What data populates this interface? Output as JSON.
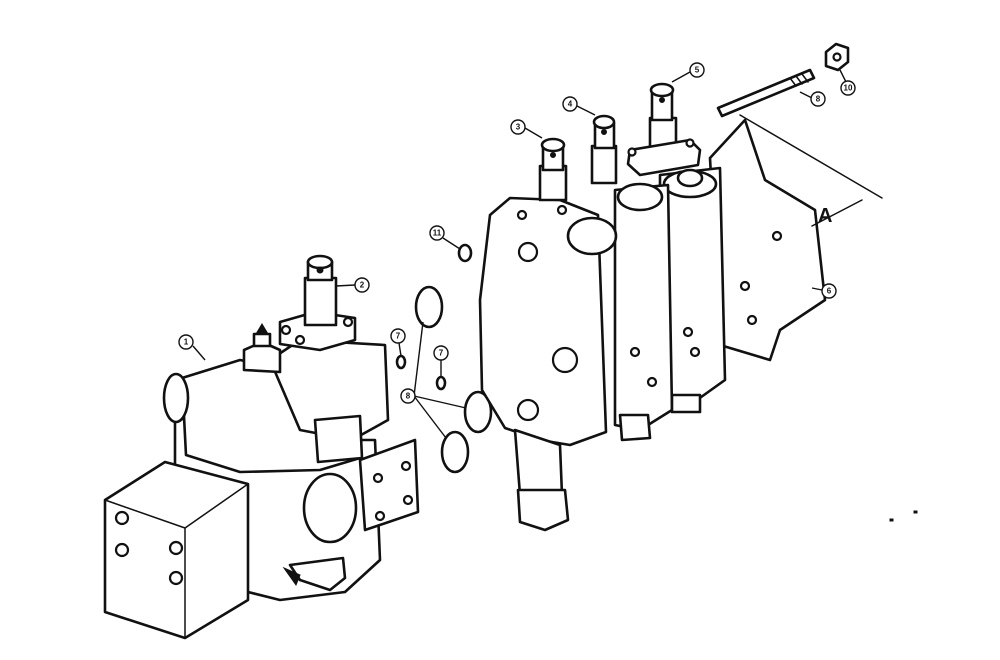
{
  "callouts": {
    "c1": "1",
    "c2": "2",
    "c3": "3",
    "c4": "4",
    "c5": "5",
    "c6": "6",
    "c7a": "7",
    "c7b": "7",
    "c8a": "8",
    "c8b": "8",
    "c10": "10",
    "c11": "11"
  },
  "section_label": "A",
  "colors": {
    "ink": "#111111",
    "paper": "#ffffff"
  }
}
